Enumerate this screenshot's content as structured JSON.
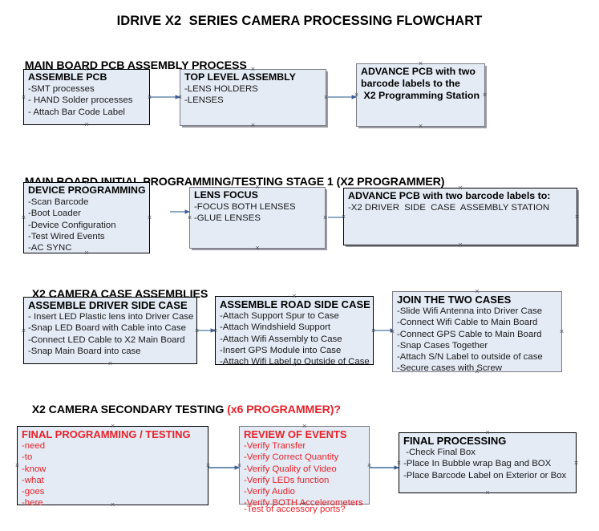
{
  "title": "IDRIVE X2  SERIES CAMERA PROCESSING FLOWCHART",
  "colors": {
    "box_fill": "#e4ebf5",
    "box_border": "#000000",
    "box_border_gray": "#7c7c86",
    "arrow": "#8fa9c4",
    "arrow_head": "#3b5c96",
    "red_text": "#e8232a",
    "text": "#000000",
    "background": "#ffffff"
  },
  "sections": [
    {
      "heading": "MAIN BOARD PCB ASSEMBLY PROCESS",
      "heading_red": "",
      "boxes": [
        {
          "name": "assemble-pcb",
          "title": "ASSEMBLE PCB",
          "lines": [
            "-SMT processes",
            "- HAND Solder processes",
            "- Attach Bar Code Label"
          ]
        },
        {
          "name": "top-level-assembly",
          "title": "TOP LEVEL ASSEMBLY",
          "lines": [
            "-LENS HOLDERS",
            "-LENSES"
          ]
        },
        {
          "name": "advance-pcb-programming-station",
          "title": "ADVANCE PCB with two",
          "title_lines": [
            "ADVANCE PCB with two",
            "barcode labels to the",
            " X2 Programming Station"
          ],
          "lines": []
        }
      ]
    },
    {
      "heading": "MAIN BOARD INITIAL PROGRAMMING/TESTING STAGE 1 (X2 PROGRAMMER)",
      "heading_red": "",
      "boxes": [
        {
          "name": "device-programming",
          "title": "DEVICE PROGRAMMING",
          "lines": [
            "-Scan Barcode",
            "-Boot Loader",
            "-Device Configuration",
            "-Test Wired Events",
            "-AC SYNC"
          ]
        },
        {
          "name": "lens-focus",
          "title": "LENS FOCUS",
          "lines": [
            "-FOCUS BOTH LENSES",
            "-GLUE LENSES"
          ]
        },
        {
          "name": "advance-pcb-driver-side-case",
          "title": "ADVANCE PCB with two barcode labels to:",
          "lines": [
            "-X2 DRIVER  SIDE  CASE  ASSEMBLY STATION"
          ]
        }
      ]
    },
    {
      "heading": "X2 CAMERA CASE ASSEMBLIES",
      "heading_red": "",
      "boxes": [
        {
          "name": "assemble-driver-side-case",
          "title": "ASSEMBLE DRIVER SIDE CASE",
          "lines": [
            "- Insert LED Plastic lens into Driver Case",
            "-Snap LED Board with Cable into Case",
            "-Connect LED Cable to X2 Main Board",
            "-Snap Main Board into case"
          ]
        },
        {
          "name": "assemble-road-side-case",
          "title": "ASSEMBLE ROAD SIDE CASE",
          "lines": [
            "-Attach Support Spur to Case",
            "-Attach Windshield Support",
            "-Attach Wifi Assembly to Case",
            "-Insert GPS Module into Case",
            "-Attach Wifi Label to Outside of Case"
          ]
        },
        {
          "name": "join-the-two-cases",
          "title": "JOIN THE TWO CASES",
          "lines": [
            "-Slide Wifi Antenna into Driver Case",
            "-Connect Wifi Cable to Main Board",
            "-Connect GPS Cable to Main Board",
            "-Snap Cases Together",
            "-Attach S/N Label to outside of case",
            "-Secure cases with Screw"
          ]
        }
      ]
    },
    {
      "heading": "X2 CAMERA SECONDARY TESTING ",
      "heading_red": "(x6 PROGRAMMER)?",
      "boxes": [
        {
          "name": "final-programming-testing",
          "title": "FINAL PROGRAMMING / TESTING",
          "lines": [
            "-need",
            "-to",
            "-know",
            "-what",
            "-goes",
            "-here"
          ]
        },
        {
          "name": "review-of-events",
          "title": "REVIEW OF EVENTS",
          "lines": [
            "-Verify Transfer",
            "-Verify Correct Quantity",
            "-Verify Quality of Video",
            "-Verify LEDs function",
            "-Verify Audio",
            "-Verify BOTH Accelerometers"
          ],
          "overflow_line": "-Test of accessory ports?"
        },
        {
          "name": "final-processing",
          "title": "FINAL PROCESSING",
          "lines": [
            " -Check Final Box",
            "-Place In Bubble wrap Bag and BOX",
            "-Place Barcode Label on Exterior or Box"
          ]
        }
      ]
    }
  ]
}
